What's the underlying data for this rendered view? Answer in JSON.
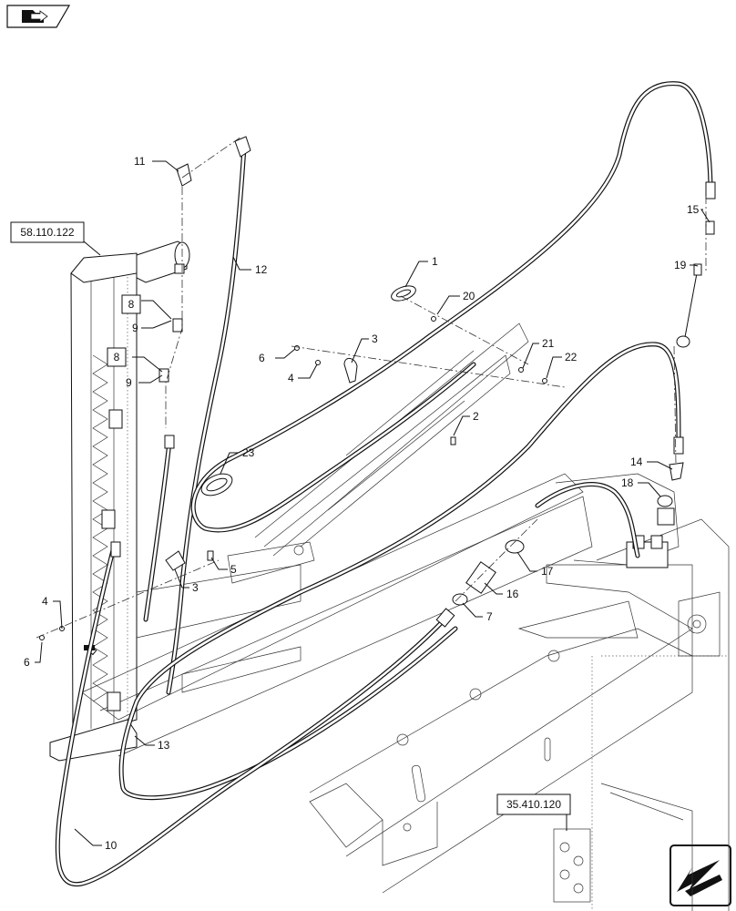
{
  "nav": {
    "top_left_icon": "folder-arrow-icon",
    "bottom_right_icon": "back-arrow-icon"
  },
  "references": [
    {
      "id": "ref-58",
      "text": "58.110.122"
    },
    {
      "id": "ref-35",
      "text": "35.410.120"
    }
  ],
  "callouts": {
    "c1": "1",
    "c2": "2",
    "c3a": "3",
    "c3b": "3",
    "c4a": "4",
    "c4b": "4",
    "c5": "5",
    "c6a": "6",
    "c6b": "6",
    "c7": "7",
    "c8a": "8",
    "c8b": "8",
    "c9a": "9",
    "c9b": "9",
    "c10": "10",
    "c11": "11",
    "c12": "12",
    "c13": "13",
    "c14": "14",
    "c15": "15",
    "c16": "16",
    "c17": "17",
    "c18": "18",
    "c19": "19",
    "c20": "20",
    "c21": "21",
    "c22": "22",
    "c23": "23"
  }
}
